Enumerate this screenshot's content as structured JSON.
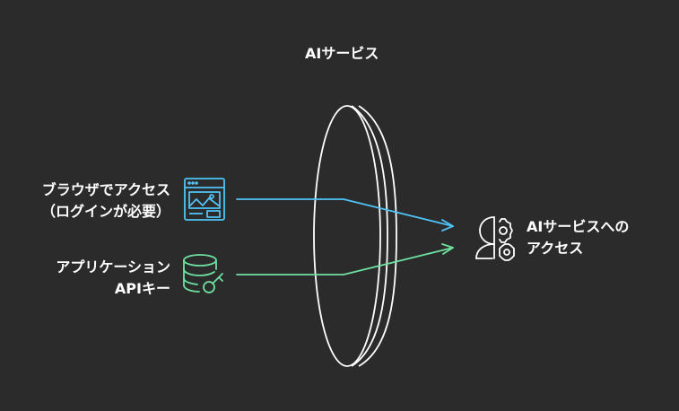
{
  "title": "AIサービス",
  "inputs": [
    {
      "line1": "ブラウザでアクセス",
      "line2": "（ログインが必要）",
      "icon": "browser-window-icon",
      "color": "#4fc3f7"
    },
    {
      "line1": "アプリケーション",
      "line2": "APIキー",
      "icon": "database-key-icon",
      "color": "#6fe0a0"
    }
  ],
  "output": {
    "line1": "AIサービスへの",
    "line2": "アクセス",
    "icon": "user-gear-icon",
    "color": "#ffffff"
  },
  "lens": {
    "color": "#ffffff"
  }
}
